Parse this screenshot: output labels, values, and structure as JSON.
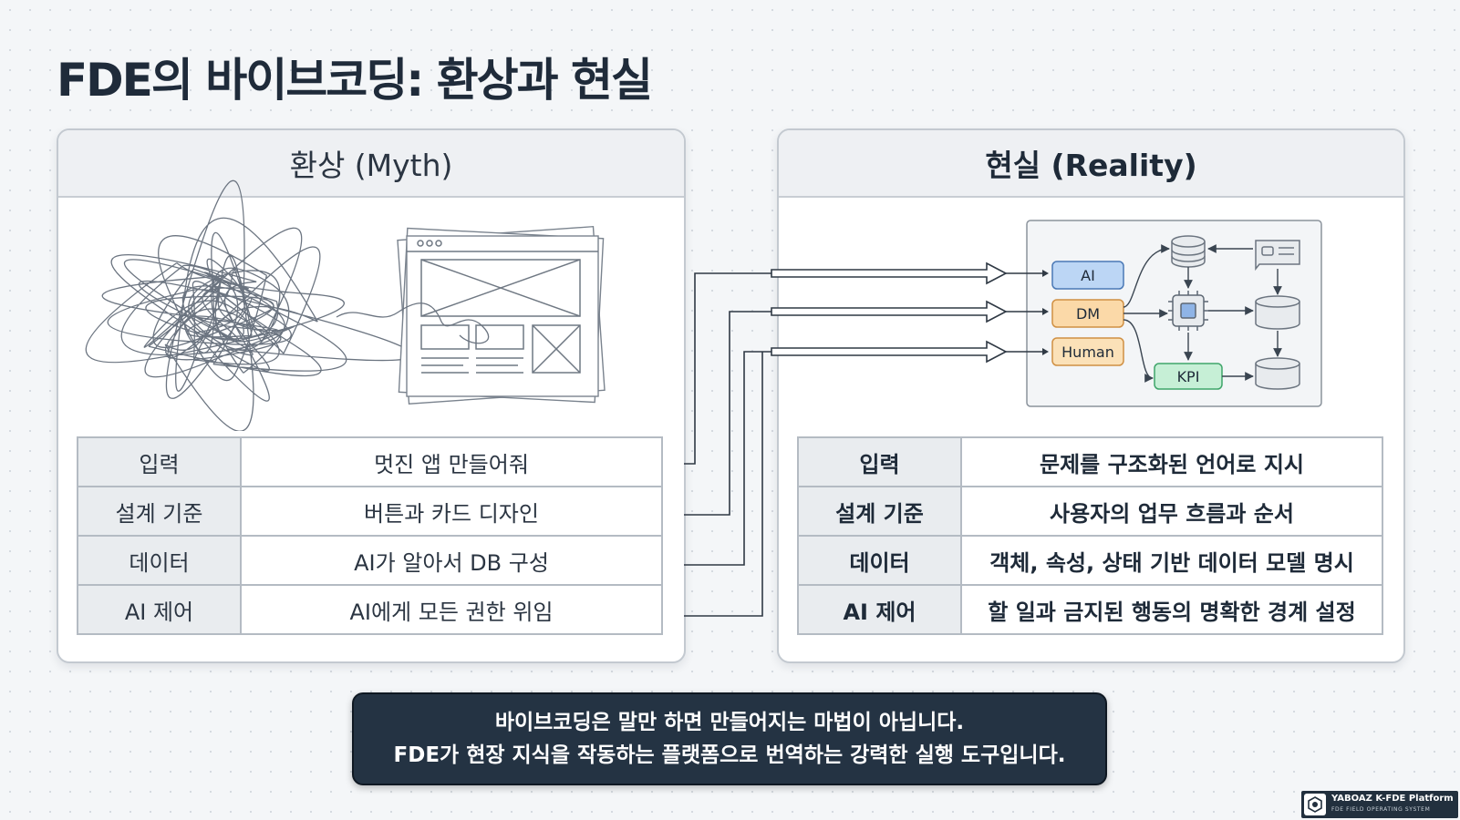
{
  "page": {
    "title": "FDE의 바이브코딩: 환상과 현실"
  },
  "myth": {
    "header": "환상 (Myth)",
    "rows": [
      {
        "label": "입력",
        "value": "멋진 앱 만들어줘"
      },
      {
        "label": "설계 기준",
        "value": "버튼과 카드 디자인"
      },
      {
        "label": "데이터",
        "value": "AI가 알아서 DB 구성"
      },
      {
        "label": "AI 제어",
        "value": "AI에게 모든 권한 위임"
      }
    ]
  },
  "reality": {
    "header": "현실 (Reality)",
    "rows": [
      {
        "label": "입력",
        "value": "문제를 구조화된 언어로 지시"
      },
      {
        "label": "설계 기준",
        "value": "사용자의 업무 흐름과 순서"
      },
      {
        "label": "데이터",
        "value": "객체, 속성, 상태 기반 데이터 모델 명시"
      },
      {
        "label": "AI 제어",
        "value": "할 일과 금지된 행동의 명확한 경계 설정"
      }
    ],
    "diagram_nodes": {
      "ai": "AI",
      "dm": "DM",
      "human": "Human",
      "kpi": "KPI"
    }
  },
  "caption": {
    "line1": "바이브코딩은 말만 하면 만들어지는 마법이 아닙니다.",
    "line2": "FDE가 현장 지식을 작동하는 플랫폼으로 번역하는 강력한 실행 도구입니다."
  },
  "branding": {
    "name": "YABOAZ K-FDE Platform",
    "subtitle": "FDE FIELD OPERATING SYSTEM"
  },
  "colors": {
    "ai_node": "#bcd6f5",
    "dm_node": "#fbd9a8",
    "human_node": "#fbe1b8",
    "kpi_node": "#c6efd6",
    "caption_bg": "#243343"
  }
}
